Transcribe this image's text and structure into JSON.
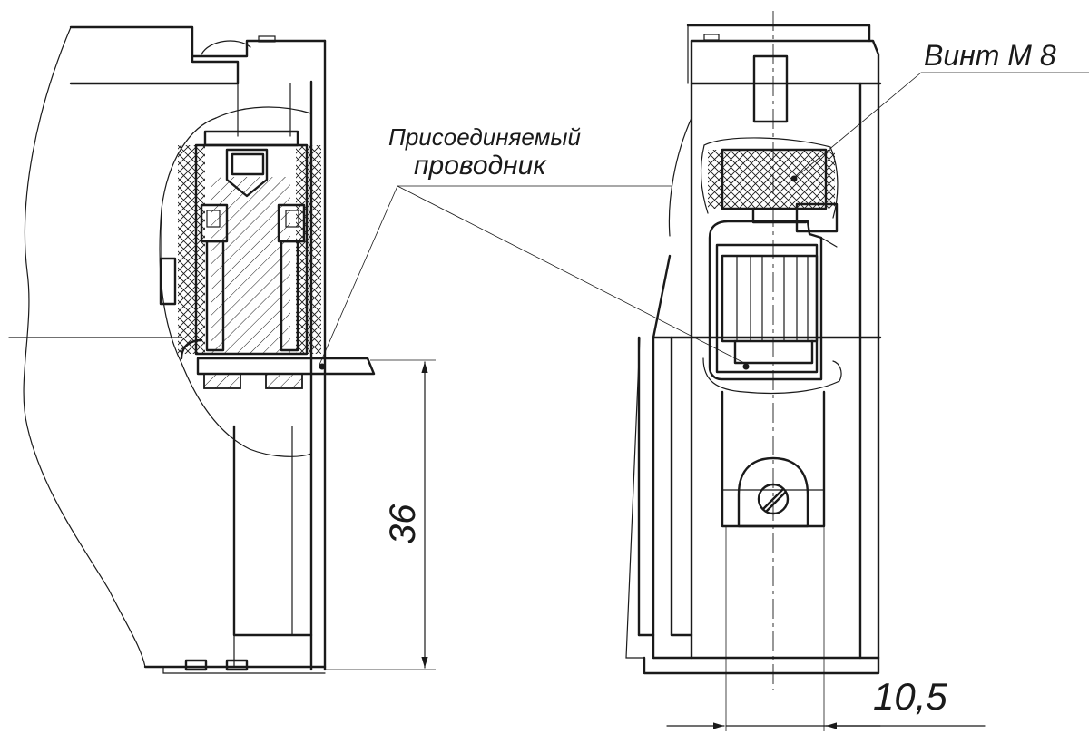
{
  "labels": {
    "conductor_line1": "Присоединяемый",
    "conductor_line2": "проводник",
    "screw": "Винт М 8"
  },
  "dimensions": {
    "height": "36",
    "width": "10,5"
  }
}
